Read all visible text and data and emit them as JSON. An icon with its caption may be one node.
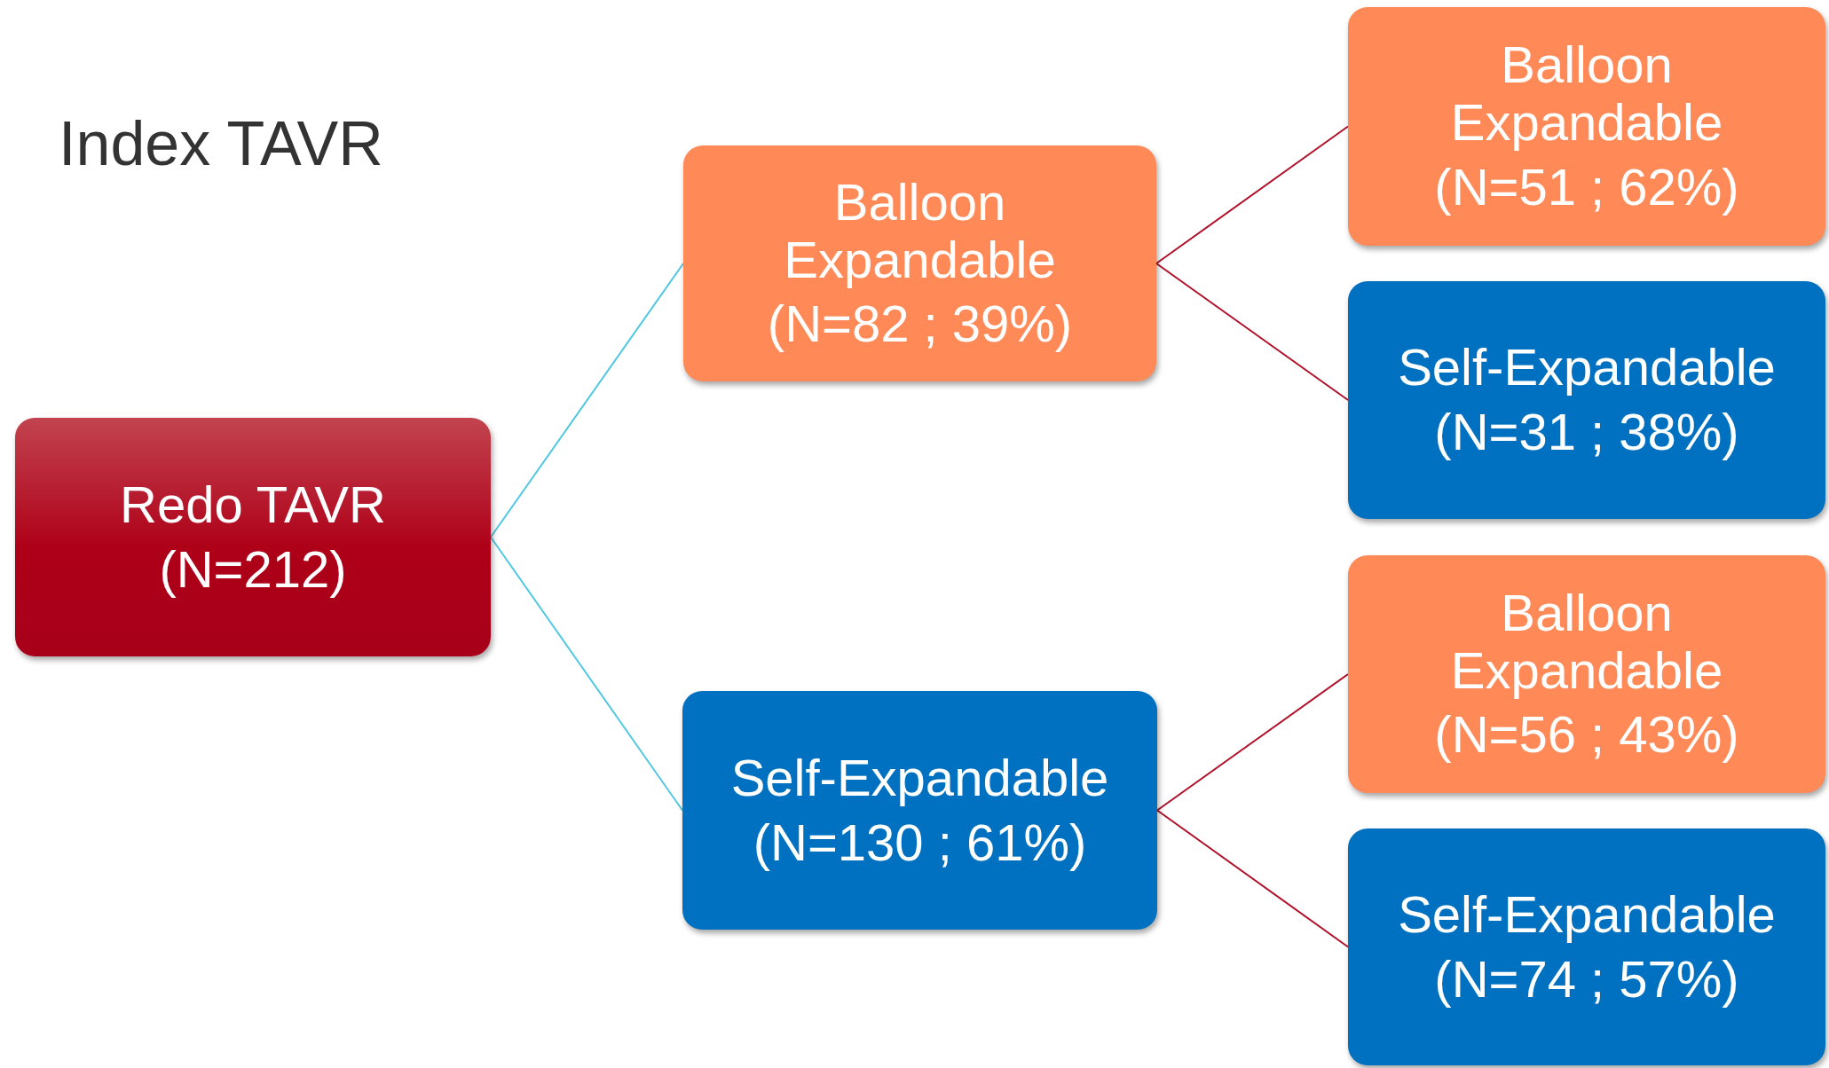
{
  "diagram": {
    "title": "Index TAVR",
    "nodes": [
      {
        "text": [
          "Redo TAVR",
          "(N=212)"
        ]
      },
      {
        "text": [
          "Balloon Expandable",
          "(N=82 ; 39%)"
        ]
      },
      {
        "text": [
          "Self-Expandable",
          "(N=130 ; 61%)"
        ]
      },
      {
        "text": [
          "Balloon Expandable",
          "(N=51 ; 62%)"
        ]
      },
      {
        "text": [
          "Self-Expandable",
          "(N=31 ; 38%)"
        ]
      },
      {
        "text": [
          "Balloon Expandable",
          "(N=56 ; 43%)"
        ]
      },
      {
        "text": [
          "Self-Expandable",
          "(N=74 ; 57%)"
        ]
      }
    ],
    "edges": [
      {
        "from": 0,
        "to": 1,
        "arrow": "none",
        "color": "#4fc8e0"
      },
      {
        "from": 0,
        "to": 2,
        "arrow": "none",
        "color": "#4fc8e0"
      },
      {
        "from": 1,
        "to": 3,
        "arrow": "none"
      },
      {
        "from": 1,
        "to": 4,
        "arrow": "none"
      },
      {
        "from": 2,
        "to": 5,
        "arrow": "none"
      },
      {
        "from": 2,
        "to": 6,
        "arrow": "none"
      }
    ]
  }
}
